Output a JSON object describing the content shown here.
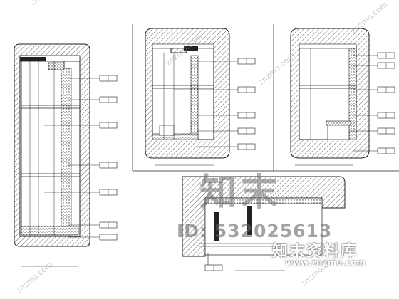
{
  "sheets": {
    "panel_a": {
      "title": "",
      "height_dim": "",
      "tags": [
        {
          "code": "",
          "ref": "",
          "kind": "ref"
        },
        {
          "code": "",
          "ref": "",
          "kind": "ref"
        },
        {
          "code": "",
          "ref": "",
          "kind": "ref"
        },
        {
          "code": "",
          "ref": "",
          "kind": "ref"
        },
        {
          "code": "",
          "ref": "",
          "kind": "ref"
        },
        {
          "code": "",
          "ref": "",
          "kind": "ref"
        }
      ]
    },
    "panel_b": {
      "title": "",
      "tags": [
        {
          "code": "",
          "ref": ""
        },
        {
          "code": "",
          "ref": ""
        },
        {
          "code": "",
          "ref": ""
        },
        {
          "code": "",
          "ref": ""
        },
        {
          "code": "",
          "ref": ""
        }
      ]
    },
    "panel_c": {
      "title": "",
      "tags": [
        {
          "code": "",
          "ref": ""
        },
        {
          "code": "",
          "ref": ""
        },
        {
          "code": "",
          "ref": ""
        },
        {
          "code": "",
          "ref": ""
        },
        {
          "code": "",
          "ref": ""
        },
        {
          "code": "",
          "ref": ""
        }
      ]
    },
    "panel_d": {
      "title": "",
      "tags": [
        {
          "code": "",
          "ref": ""
        },
        {
          "code": "",
          "ref": ""
        }
      ]
    }
  },
  "watermark": {
    "main": "知末",
    "id_line": "ID: 532025613",
    "brand": "知末资料库",
    "url": "www.znzmo.com",
    "diag": "znzmo.com"
  }
}
